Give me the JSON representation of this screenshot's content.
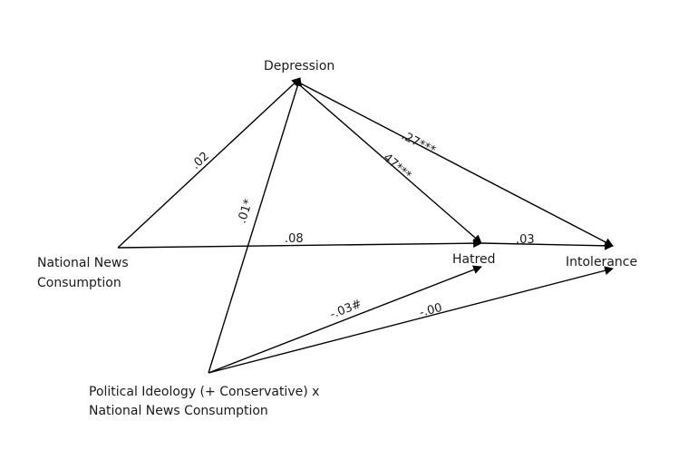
{
  "nodes": {
    "depression": "Depression",
    "national_news": [
      "National News",
      "Consumption"
    ],
    "hatred": "Hatred",
    "intolerance": "Intolerance",
    "interaction": [
      "Political Ideology (+ Conservative) x",
      "National News Consumption"
    ]
  },
  "paths": {
    "news_to_depression": ".02",
    "interaction_to_depression": ".01*",
    "news_to_hatred": ".08",
    "depression_to_hatred": ".47***",
    "depression_to_intolerance": ".27***",
    "hatred_to_intolerance": ".03",
    "interaction_to_hatred": "-.03#",
    "interaction_to_intolerance": "-.00"
  },
  "colors": {
    "line": "#000000",
    "text": "#1a1a1a"
  }
}
